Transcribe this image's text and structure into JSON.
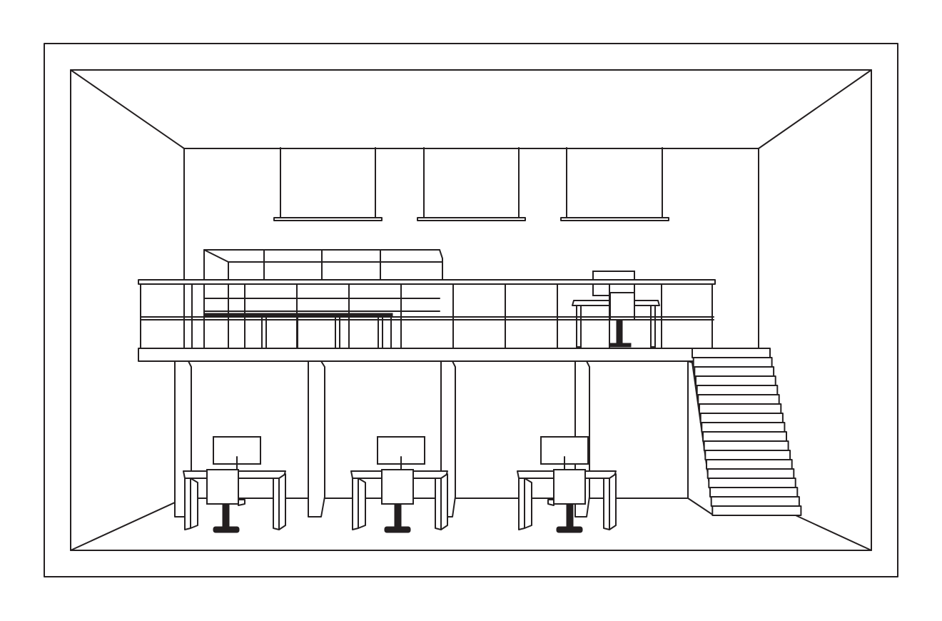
{
  "illustration": {
    "stroke_color": "#231f20",
    "background_color": "#ffffff",
    "skylight_count": 3,
    "ground_workstation_count": 3,
    "mezzanine_workstation_count": 1,
    "support_column_count": 4,
    "stair_step_count": 18
  }
}
